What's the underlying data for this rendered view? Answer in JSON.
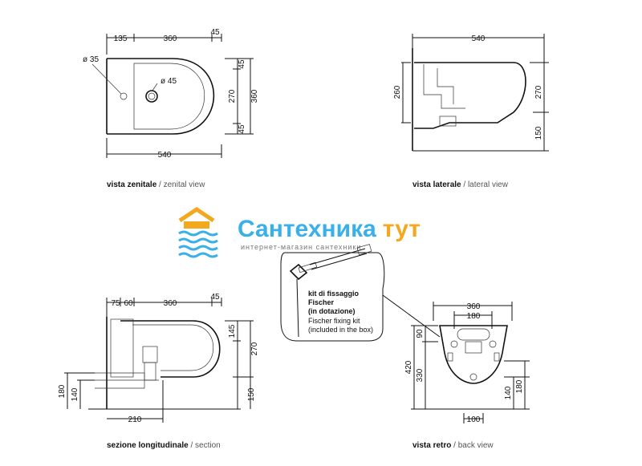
{
  "views": {
    "zenital": {
      "dims": [
        "135",
        "360",
        "45",
        "ø 35",
        "ø 45",
        "45",
        "270",
        "360",
        "45",
        "540"
      ],
      "caption_bold": "vista zenitale",
      "caption_light": " / zenital view"
    },
    "lateral": {
      "dims": [
        "540",
        "260",
        "270",
        "150"
      ],
      "caption_bold": "vista laterale",
      "caption_light": " / lateral view"
    },
    "section": {
      "dims": [
        "75",
        "60",
        "360",
        "45",
        "145",
        "270",
        "180",
        "140",
        "150",
        "210"
      ],
      "caption_bold": "sezione longitudinale",
      "caption_light": " / section"
    },
    "back": {
      "dims": [
        "360",
        "180",
        "90",
        "420",
        "330",
        "140",
        "180",
        "100"
      ],
      "caption_bold": "vista retro",
      "caption_light": " / back view"
    }
  },
  "kit": {
    "line1": "kit di fissaggio",
    "line2": "Fischer",
    "line3": "(in dotazione)",
    "line4": "Fischer fixing kit",
    "line5": "(included in the box)"
  },
  "watermark": {
    "title_a": "Сантехника",
    "title_b": "тут",
    "subtitle": "интернет-магазин сантехники",
    "color_green": "#6bd46b",
    "color_blue": "#3ab0e8",
    "color_orange": "#f4a81e"
  }
}
